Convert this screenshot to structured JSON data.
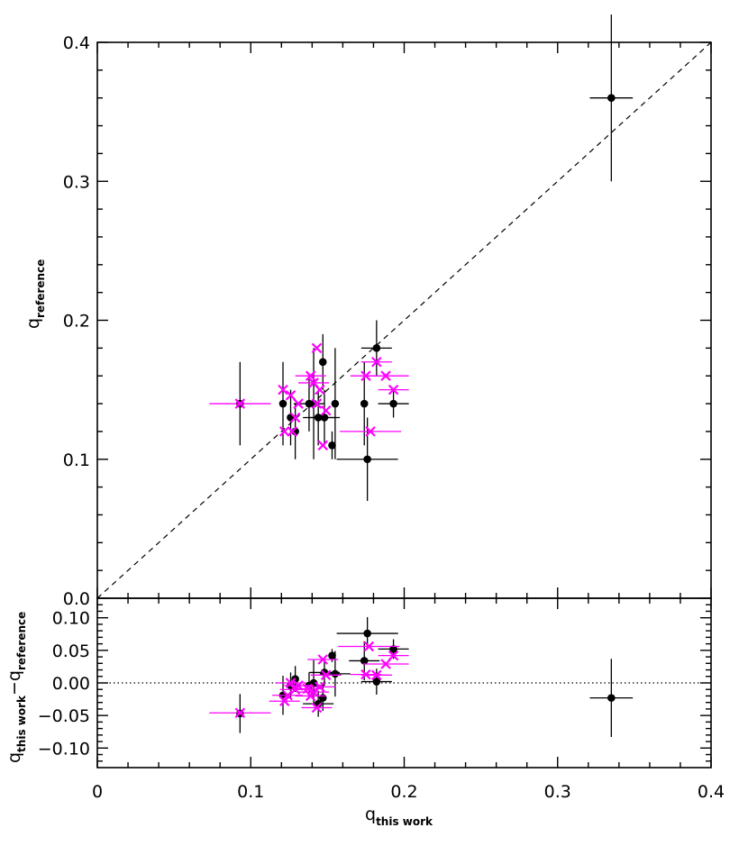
{
  "chart_data": [
    {
      "type": "scatter",
      "panel": "main",
      "xlabel": {
        "main": "q",
        "sub": "this work"
      },
      "ylabel": {
        "main": "q",
        "sub": "reference"
      },
      "xlim": [
        0,
        0.4
      ],
      "ylim": [
        0,
        0.4
      ],
      "x_ticks": [
        0,
        0.1,
        0.2,
        0.3,
        0.4
      ],
      "x_tick_labels": [
        "0",
        "0.1",
        "0.2",
        "0.3",
        "0.4"
      ],
      "y_ticks": [
        0.0,
        0.1,
        0.2,
        0.3,
        0.4
      ],
      "y_tick_labels": [
        "0.0",
        "0.1",
        "0.2",
        "0.3",
        "0.4"
      ],
      "reference_line": {
        "style": "dashed",
        "slope": 1,
        "intercept": 0
      },
      "grid": false,
      "series": [
        {
          "marker": "filled-circle",
          "color": "#000000",
          "points": [
            {
              "x": 0.093,
              "y": 0.14,
              "xerr": 0.0,
              "yerr": 0.03
            },
            {
              "x": 0.121,
              "y": 0.14,
              "xerr": 0.0,
              "yerr": 0.03
            },
            {
              "x": 0.126,
              "y": 0.13,
              "xerr": 0.0,
              "yerr": 0.02
            },
            {
              "x": 0.129,
              "y": 0.12,
              "xerr": 0.0,
              "yerr": 0.02
            },
            {
              "x": 0.138,
              "y": 0.14,
              "xerr": 0.01,
              "yerr": 0.02
            },
            {
              "x": 0.141,
              "y": 0.14,
              "xerr": 0.0,
              "yerr": 0.04
            },
            {
              "x": 0.144,
              "y": 0.13,
              "xerr": 0.01,
              "yerr": 0.02
            },
            {
              "x": 0.147,
              "y": 0.17,
              "xerr": 0.0,
              "yerr": 0.02
            },
            {
              "x": 0.148,
              "y": 0.13,
              "xerr": 0.01,
              "yerr": 0.02
            },
            {
              "x": 0.153,
              "y": 0.11,
              "xerr": 0.0,
              "yerr": 0.01
            },
            {
              "x": 0.155,
              "y": 0.14,
              "xerr": 0.0,
              "yerr": 0.04
            },
            {
              "x": 0.174,
              "y": 0.14,
              "xerr": 0.0,
              "yerr": 0.03
            },
            {
              "x": 0.176,
              "y": 0.1,
              "xerr": 0.02,
              "yerr": 0.03
            },
            {
              "x": 0.182,
              "y": 0.18,
              "xerr": 0.01,
              "yerr": 0.02
            },
            {
              "x": 0.193,
              "y": 0.14,
              "xerr": 0.01,
              "yerr": 0.01
            },
            {
              "x": 0.335,
              "y": 0.36,
              "xerr": 0.014,
              "yerr": 0.06
            }
          ]
        },
        {
          "marker": "x-cross",
          "color": "#ff00ff",
          "points": [
            {
              "x": 0.093,
              "y": 0.14,
              "xerr": 0.02,
              "yerr": 0.0
            },
            {
              "x": 0.121,
              "y": 0.15,
              "xerr": 0.0,
              "yerr": 0.0
            },
            {
              "x": 0.122,
              "y": 0.12,
              "xerr": 0.0,
              "yerr": 0.0
            },
            {
              "x": 0.126,
              "y": 0.146,
              "xerr": 0.0,
              "yerr": 0.0
            },
            {
              "x": 0.127,
              "y": 0.12,
              "xerr": 0.0,
              "yerr": 0.0
            },
            {
              "x": 0.129,
              "y": 0.13,
              "xerr": 0.0,
              "yerr": 0.0
            },
            {
              "x": 0.131,
              "y": 0.14,
              "xerr": 0.0,
              "yerr": 0.0
            },
            {
              "x": 0.139,
              "y": 0.16,
              "xerr": 0.01,
              "yerr": 0.0
            },
            {
              "x": 0.141,
              "y": 0.155,
              "xerr": 0.01,
              "yerr": 0.0
            },
            {
              "x": 0.143,
              "y": 0.14,
              "xerr": 0.0,
              "yerr": 0.0
            },
            {
              "x": 0.143,
              "y": 0.18,
              "xerr": 0.0,
              "yerr": 0.0
            },
            {
              "x": 0.145,
              "y": 0.15,
              "xerr": 0.0,
              "yerr": 0.0
            },
            {
              "x": 0.147,
              "y": 0.11,
              "xerr": 0.0,
              "yerr": 0.0
            },
            {
              "x": 0.149,
              "y": 0.135,
              "xerr": 0.0,
              "yerr": 0.0
            },
            {
              "x": 0.175,
              "y": 0.16,
              "xerr": 0.01,
              "yerr": 0.0
            },
            {
              "x": 0.178,
              "y": 0.12,
              "xerr": 0.02,
              "yerr": 0.0
            },
            {
              "x": 0.182,
              "y": 0.17,
              "xerr": 0.01,
              "yerr": 0.0
            },
            {
              "x": 0.188,
              "y": 0.16,
              "xerr": 0.015,
              "yerr": 0.0
            },
            {
              "x": 0.193,
              "y": 0.15,
              "xerr": 0.01,
              "yerr": 0.0
            }
          ]
        }
      ]
    },
    {
      "type": "scatter",
      "panel": "residual",
      "xlabel": {
        "main": "q",
        "sub": "this work"
      },
      "ylabel": {
        "main_a": "q",
        "sub_a": "this work",
        "mid": "−q",
        "sub_b": "reference"
      },
      "xlim": [
        0,
        0.4
      ],
      "ylim": [
        -0.13,
        0.13
      ],
      "y_ticks": [
        0.1,
        0.05,
        0.0,
        -0.05,
        -0.1
      ],
      "y_tick_labels": [
        "0.10",
        "0.05",
        "0.00",
        "−0.05",
        "−0.10"
      ],
      "reference_line": {
        "style": "dotted",
        "y": 0
      },
      "grid": false,
      "series": [
        {
          "marker": "filled-circle",
          "color": "#000000",
          "points": [
            {
              "x": 0.093,
              "y": -0.047,
              "xerr": 0.0,
              "yerr": 0.03
            },
            {
              "x": 0.121,
              "y": -0.019,
              "xerr": 0.0,
              "yerr": 0.03
            },
            {
              "x": 0.126,
              "y": -0.004,
              "xerr": 0.0,
              "yerr": 0.02
            },
            {
              "x": 0.129,
              "y": 0.006,
              "xerr": 0.0,
              "yerr": 0.02
            },
            {
              "x": 0.138,
              "y": -0.004,
              "xerr": 0.01,
              "yerr": 0.02
            },
            {
              "x": 0.141,
              "y": 0.0,
              "xerr": 0.0,
              "yerr": 0.035
            },
            {
              "x": 0.144,
              "y": -0.032,
              "xerr": 0.01,
              "yerr": 0.02
            },
            {
              "x": 0.147,
              "y": -0.023,
              "xerr": 0.0,
              "yerr": 0.02
            },
            {
              "x": 0.148,
              "y": 0.016,
              "xerr": 0.01,
              "yerr": 0.02
            },
            {
              "x": 0.153,
              "y": 0.042,
              "xerr": 0.0,
              "yerr": 0.01
            },
            {
              "x": 0.155,
              "y": 0.014,
              "xerr": 0.01,
              "yerr": 0.035
            },
            {
              "x": 0.174,
              "y": 0.034,
              "xerr": 0.01,
              "yerr": 0.03
            },
            {
              "x": 0.176,
              "y": 0.076,
              "xerr": 0.02,
              "yerr": 0.025
            },
            {
              "x": 0.182,
              "y": 0.002,
              "xerr": 0.01,
              "yerr": 0.02
            },
            {
              "x": 0.193,
              "y": 0.052,
              "xerr": 0.01,
              "yerr": 0.015
            },
            {
              "x": 0.335,
              "y": -0.023,
              "xerr": 0.014,
              "yerr": 0.06
            }
          ]
        },
        {
          "marker": "x-cross",
          "color": "#ff00ff",
          "points": [
            {
              "x": 0.093,
              "y": -0.046,
              "xerr": 0.02,
              "yerr": 0.0
            },
            {
              "x": 0.122,
              "y": -0.028,
              "xerr": 0.01,
              "yerr": 0.0
            },
            {
              "x": 0.124,
              "y": -0.019,
              "xerr": 0.01,
              "yerr": 0.0
            },
            {
              "x": 0.126,
              "y": 0.0,
              "xerr": 0.01,
              "yerr": 0.0
            },
            {
              "x": 0.129,
              "y": -0.01,
              "xerr": 0.01,
              "yerr": 0.0
            },
            {
              "x": 0.131,
              "y": -0.004,
              "xerr": 0.01,
              "yerr": 0.0
            },
            {
              "x": 0.137,
              "y": -0.009,
              "xerr": 0.01,
              "yerr": 0.0
            },
            {
              "x": 0.139,
              "y": -0.02,
              "xerr": 0.01,
              "yerr": 0.0
            },
            {
              "x": 0.141,
              "y": -0.014,
              "xerr": 0.01,
              "yerr": 0.0
            },
            {
              "x": 0.143,
              "y": -0.038,
              "xerr": 0.01,
              "yerr": 0.0
            },
            {
              "x": 0.145,
              "y": -0.006,
              "xerr": 0.01,
              "yerr": 0.0
            },
            {
              "x": 0.147,
              "y": 0.036,
              "xerr": 0.01,
              "yerr": 0.0
            },
            {
              "x": 0.149,
              "y": 0.012,
              "xerr": 0.01,
              "yerr": 0.0
            },
            {
              "x": 0.175,
              "y": 0.013,
              "xerr": 0.01,
              "yerr": 0.0
            },
            {
              "x": 0.177,
              "y": 0.056,
              "xerr": 0.02,
              "yerr": 0.0
            },
            {
              "x": 0.182,
              "y": 0.012,
              "xerr": 0.01,
              "yerr": 0.0
            },
            {
              "x": 0.188,
              "y": 0.029,
              "xerr": 0.015,
              "yerr": 0.0
            },
            {
              "x": 0.193,
              "y": 0.042,
              "xerr": 0.01,
              "yerr": 0.0
            }
          ]
        }
      ]
    }
  ]
}
